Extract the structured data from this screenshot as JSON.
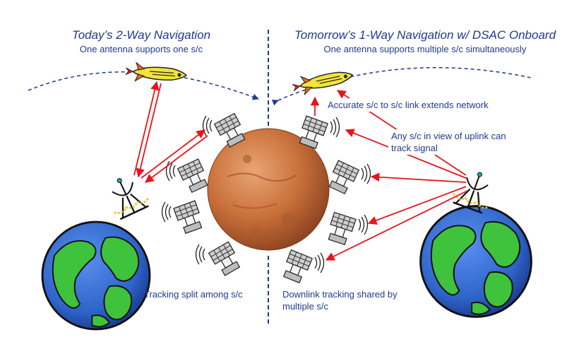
{
  "left_panel": {
    "title": "Today’s 2-Way Navigation",
    "subtitle": "One antenna supports one s/c",
    "caption": "Tracking split among s/c"
  },
  "right_panel": {
    "title": "Tomorrow’s 1-Way Navigation w/ DSAC Onboard",
    "subtitle": "One antenna supports multiple s/c simultaneously",
    "callout_link": "Accurate s/c to s/c link extends network",
    "callout_view": "Any s/c in view of uplink can track signal",
    "caption": "Downlink tracking shared by multiple s/c"
  },
  "colors": {
    "text": "#1f3a8f",
    "arrow": "#e8141c",
    "divider": "#1f3a8f",
    "mars": "#c9703a",
    "ocean": "#2e63c8",
    "land": "#3fc23c",
    "rocket": "#f2e43a"
  },
  "icons": [
    "earth-icon",
    "mars-icon",
    "satellite-icon",
    "rocket-icon",
    "antenna-icon"
  ]
}
